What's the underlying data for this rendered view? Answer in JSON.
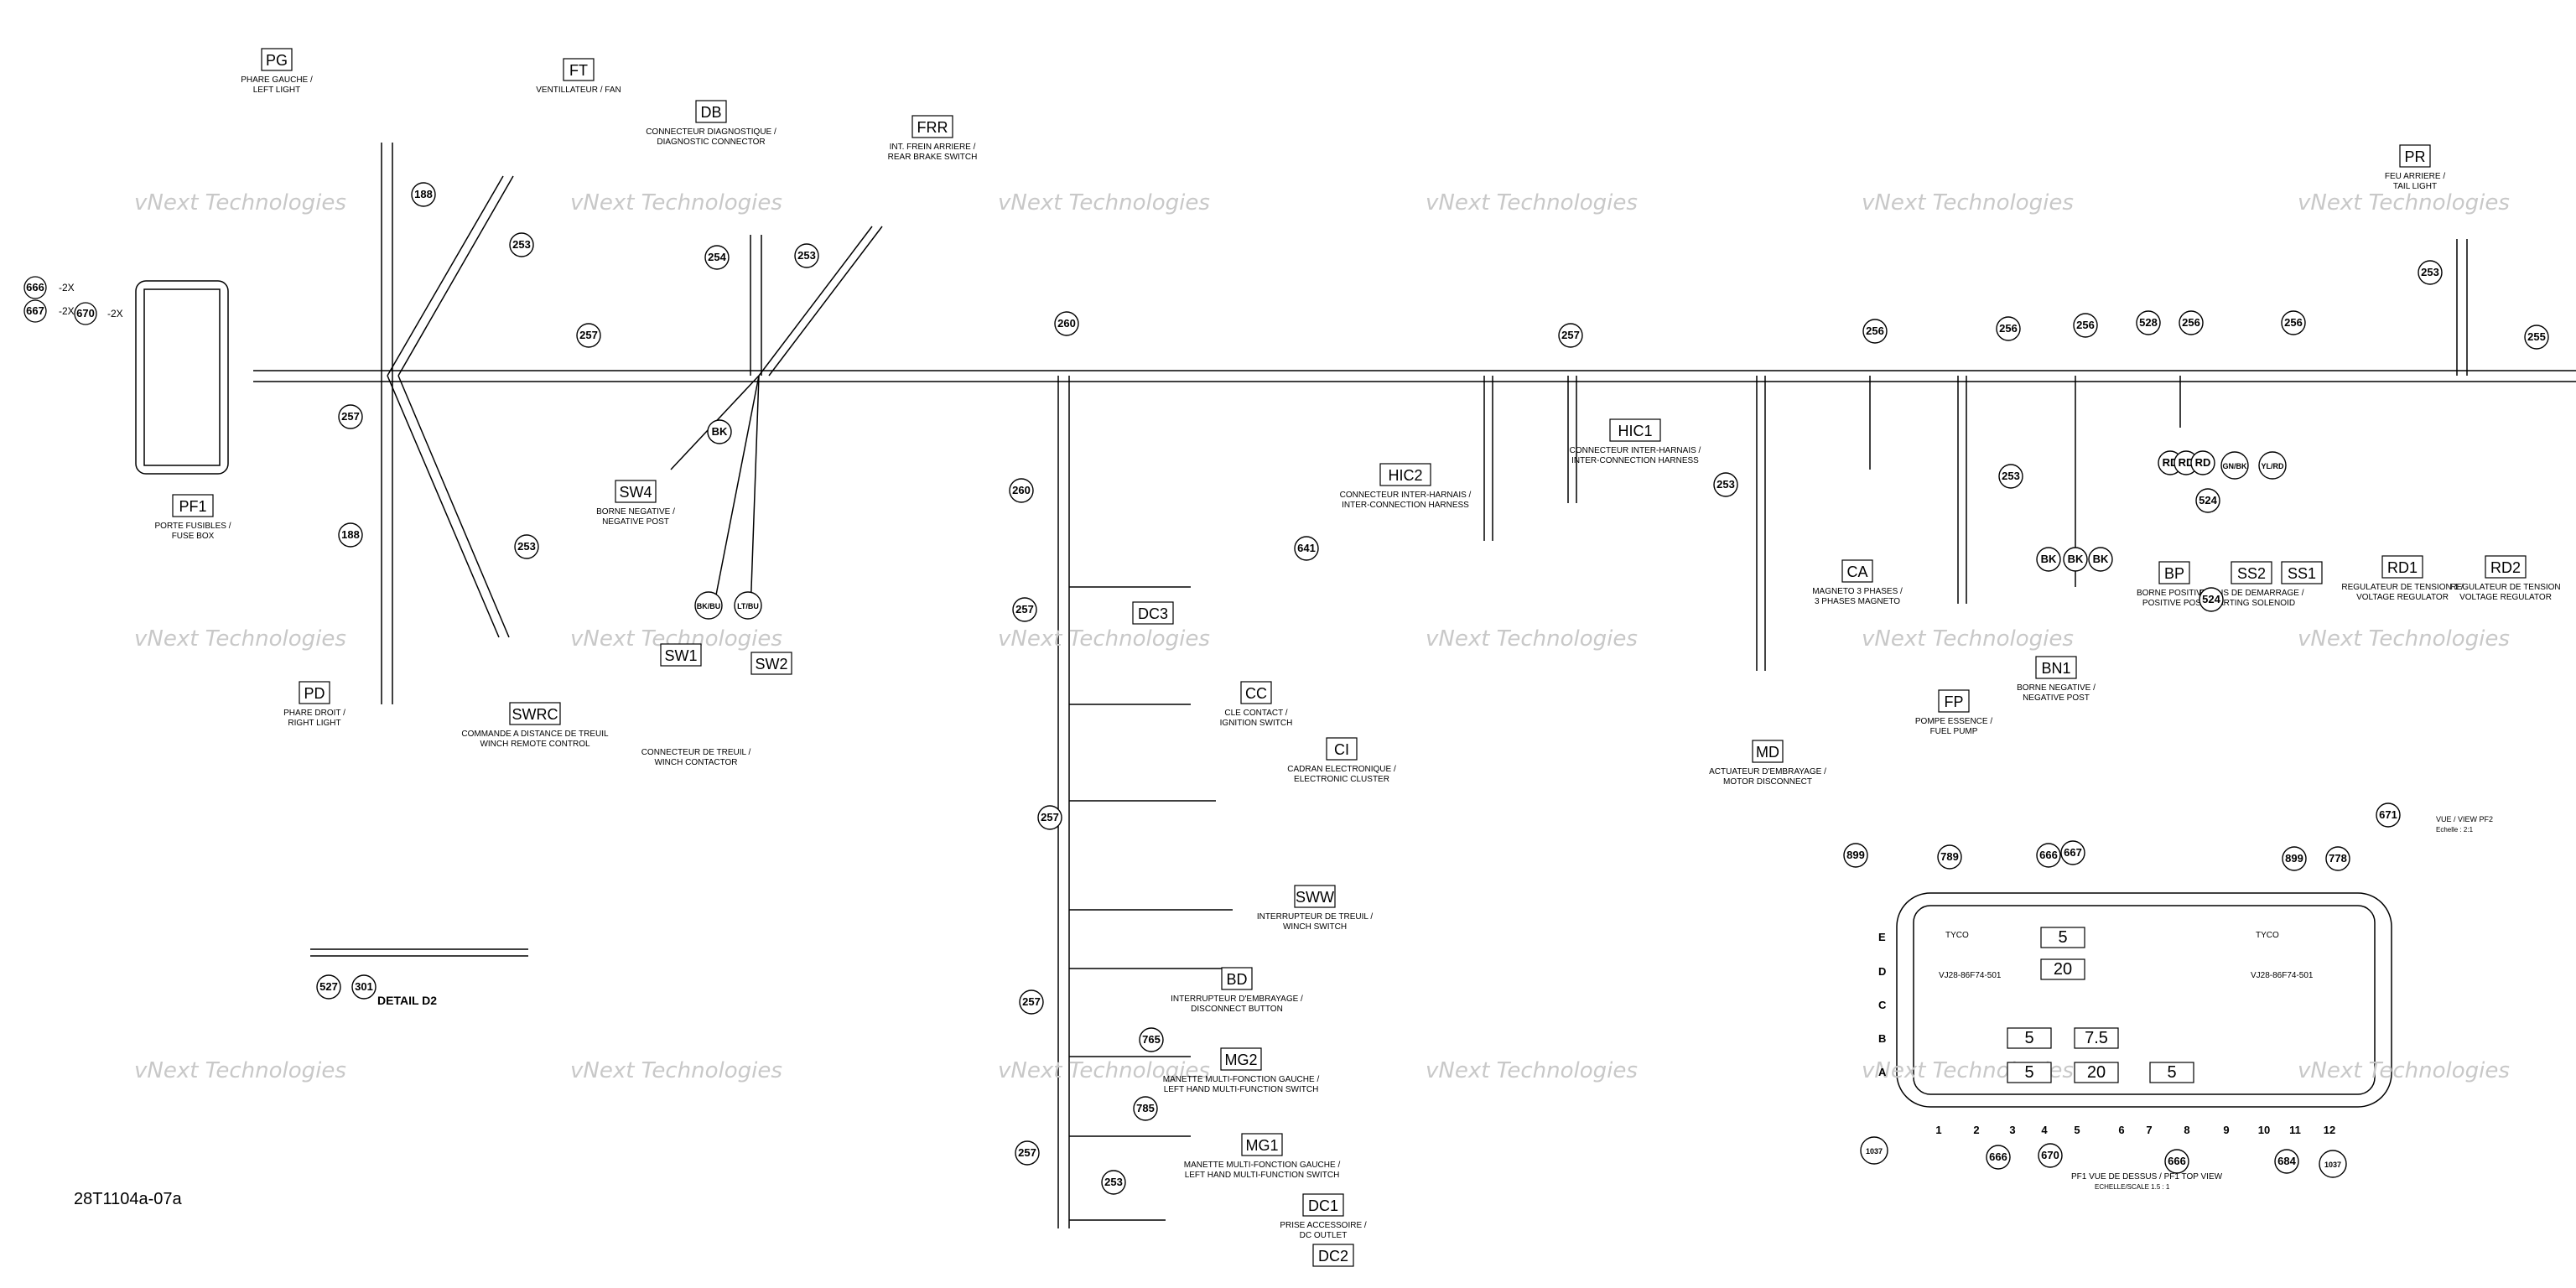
{
  "diagram_ref": "28T1104a-07a",
  "watermark": "vNext Technologies",
  "detail_label": "DETAIL D2",
  "pf1_caption": "PF1 VUE DE DESSUS / PF1 TOP VIEW",
  "pf1_scale": "ECHELLE/SCALE 1.5 : 1",
  "pf2_caption": "VUE / VIEW PF2",
  "pf2_scale": "Echelle : 2:1",
  "side_callouts": [
    "666",
    "-2X",
    "667",
    "-2X",
    "670",
    "-2X"
  ],
  "connectors": [
    {
      "id": "PF1",
      "code": "PF1",
      "desc": "PORTE FUSIBLES /",
      "desc2": "FUSE BOX"
    },
    {
      "id": "PG",
      "code": "PG",
      "desc": "PHARE GAUCHE /",
      "desc2": "LEFT LIGHT"
    },
    {
      "id": "FT",
      "code": "FT",
      "desc": "VENTILLATEUR / FAN",
      "desc2": ""
    },
    {
      "id": "PD",
      "code": "PD",
      "desc": "PHARE DROIT /",
      "desc2": "RIGHT LIGHT"
    },
    {
      "id": "SWRC",
      "code": "SWRC",
      "desc": "COMMANDE A DISTANCE DE TREUIL",
      "desc2": "WINCH REMOTE CONTROL"
    },
    {
      "id": "DB",
      "code": "DB",
      "desc": "CONNECTEUR DIAGNOSTIQUE /",
      "desc2": "DIAGNOSTIC CONNECTOR"
    },
    {
      "id": "FRR",
      "code": "FRR",
      "desc": "INT. FREIN ARRIERE /",
      "desc2": "REAR BRAKE SWITCH"
    },
    {
      "id": "SW4",
      "code": "SW4",
      "desc": "BORNE NEGATIVE /",
      "desc2": "NEGATIVE POST"
    },
    {
      "id": "SW1",
      "code": "SW1",
      "desc": "",
      "desc2": ""
    },
    {
      "id": "SW2",
      "code": "SW2",
      "desc": "",
      "desc2": ""
    },
    {
      "id": "WC",
      "code": "",
      "desc": "CONNECTEUR DE TREUIL /",
      "desc2": "WINCH CONTACTOR"
    },
    {
      "id": "DC3",
      "code": "DC3",
      "desc": "",
      "desc2": ""
    },
    {
      "id": "CC",
      "code": "CC",
      "desc": "CLE CONTACT /",
      "desc2": "IGNITION SWITCH"
    },
    {
      "id": "CI",
      "code": "CI",
      "desc": "CADRAN ELECTRONIQUE /",
      "desc2": "ELECTRONIC CLUSTER"
    },
    {
      "id": "SWW",
      "code": "SWW",
      "desc": "INTERRUPTEUR DE TREUIL /",
      "desc2": "WINCH SWITCH"
    },
    {
      "id": "BD",
      "code": "BD",
      "desc": "INTERRUPTEUR D'EMBRAYAGE /",
      "desc2": "DISCONNECT BUTTON"
    },
    {
      "id": "MG2",
      "code": "MG2",
      "desc": "MANETTE MULTI-FONCTION GAUCHE /",
      "desc2": "LEFT HAND MULTI-FUNCTION SWITCH"
    },
    {
      "id": "MG1",
      "code": "MG1",
      "desc": "MANETTE MULTI-FONCTION GAUCHE /",
      "desc2": "LEFT HAND MULTI-FUNCTION SWITCH"
    },
    {
      "id": "DC1",
      "code": "DC1",
      "desc": "PRISE ACCESSOIRE /",
      "desc2": "DC OUTLET"
    },
    {
      "id": "DC2",
      "code": "DC2",
      "desc": "",
      "desc2": ""
    },
    {
      "id": "HIC2",
      "code": "HIC2",
      "desc": "CONNECTEUR INTER-HARNAIS /",
      "desc2": "INTER-CONNECTION HARNESS"
    },
    {
      "id": "HIC1",
      "code": "HIC1",
      "desc": "CONNECTEUR INTER-HARNAIS /",
      "desc2": "INTER-CONNECTION HARNESS"
    },
    {
      "id": "MD",
      "code": "MD",
      "desc": "ACTUATEUR D'EMBRAYAGE /",
      "desc2": "MOTOR DISCONNECT"
    },
    {
      "id": "CA",
      "code": "CA",
      "desc": "MAGNETO 3 PHASES /",
      "desc2": "3 PHASES MAGNETO"
    },
    {
      "id": "FP",
      "code": "FP",
      "desc": "POMPE ESSENCE /",
      "desc2": "FUEL PUMP"
    },
    {
      "id": "BN1",
      "code": "BN1",
      "desc": "BORNE NEGATIVE /",
      "desc2": "NEGATIVE POST"
    },
    {
      "id": "BP",
      "code": "BP",
      "desc": "BORNE POSITIVE /",
      "desc2": "POSITIVE POST"
    },
    {
      "id": "SS2",
      "code": "SS2",
      "desc": "RELAIS DE DEMARRAGE /",
      "desc2": "STARTING SOLENOID"
    },
    {
      "id": "SS1",
      "code": "SS1",
      "desc": "",
      "desc2": ""
    },
    {
      "id": "PR",
      "code": "PR",
      "desc": "FEU ARRIERE /",
      "desc2": "TAIL LIGHT"
    },
    {
      "id": "RD1",
      "code": "RD1",
      "desc": "REGULATEUR DE TENSION 1 /",
      "desc2": "VOLTAGE REGULATOR"
    },
    {
      "id": "RD2",
      "code": "RD2",
      "desc": "REGULATEUR DE TENSION",
      "desc2": "VOLTAGE REGULATOR"
    }
  ],
  "callouts": [
    "188",
    "253",
    "257",
    "188",
    "253",
    "254",
    "253",
    "BK",
    "BK/BU",
    "LT/BU",
    "260",
    "260",
    "257",
    "257",
    "257",
    "641",
    "257",
    "765",
    "785",
    "253",
    "257",
    "257",
    "256",
    "256",
    "256",
    "528",
    "256",
    "256",
    "253",
    "253",
    "BK",
    "BK",
    "BK",
    "524",
    "RD",
    "RD",
    "RD",
    "524",
    "GN/BK",
    "YL/RD",
    "253",
    "255",
    "899",
    "789",
    "666",
    "667",
    "899",
    "778",
    "1037",
    "666",
    "670",
    "666",
    "684",
    "1037",
    "671",
    "527",
    "301"
  ],
  "fuse_box": {
    "rows": [
      "E",
      "D",
      "C",
      "B",
      "A"
    ],
    "cols": [
      "1",
      "2",
      "3",
      "4",
      "5",
      "6",
      "7",
      "8",
      "9",
      "10",
      "11",
      "12"
    ],
    "fuses": [
      "5",
      "20",
      "5",
      "7.5",
      "5",
      "20",
      "5"
    ],
    "relay_labels": [
      "TYCO",
      "VJ28-86F74-501",
      "TYCO",
      "VJ28-86F74-501"
    ]
  }
}
